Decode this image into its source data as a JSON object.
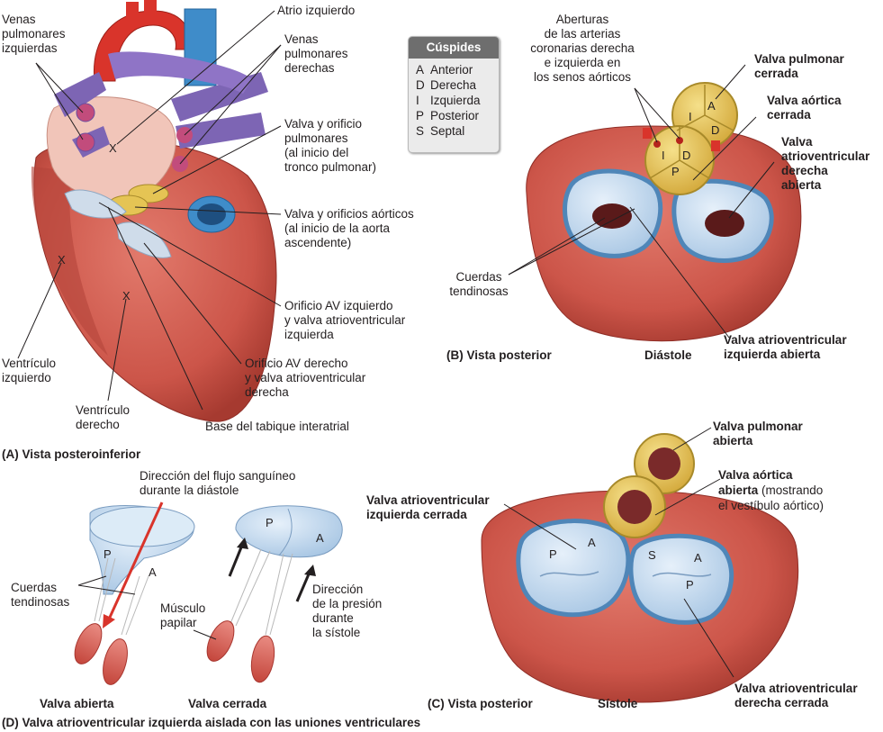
{
  "legend": {
    "title": "Cúspides",
    "items": [
      {
        "key": "A",
        "label": "Anterior"
      },
      {
        "key": "D",
        "label": "Derecha"
      },
      {
        "key": "I",
        "label": "Izquierda"
      },
      {
        "key": "P",
        "label": "Posterior"
      },
      {
        "key": "S",
        "label": "Septal"
      }
    ]
  },
  "panel_a": {
    "caption": "(A) Vista posteroinferior",
    "labels": {
      "venas_izq": "Venas\npulmonares\nizquierdas",
      "atrio_izq": "Atrio izquierdo",
      "venas_der": "Venas\npulmonares\nderechas",
      "valva_pulm": "Valva y orificio\npulmonares\n(al inicio del\ntronco pulmonar)",
      "valva_aort": "Valva y orificios aórticos\n(al inicio de la aorta\nascendente)",
      "orif_av_izq": "Orificio AV izquierdo\ny valva atrioventricular\nizquierda",
      "orif_av_der": "Orificio AV derecho\ny valva atrioventricular\nderecha",
      "vent_izq": "Ventrículo\nizquierdo",
      "vent_der": "Ventrículo\nderecho",
      "tabique": "Base del tabique interatrial"
    },
    "marks": [
      "X",
      "X",
      "X"
    ]
  },
  "panel_b": {
    "caption": "(B) Vista posterior",
    "phase": "Diástole",
    "labels": {
      "aberturas": "Aberturas\nde las arterias\ncoronarias derecha\ne izquierda en\nlos senos aórticos",
      "pulm_cerrada": "Valva pulmonar\ncerrada",
      "aort_cerrada": "Valva aórtica\ncerrada",
      "av_der_abierta": "Valva\natrioventricular\nderecha\nabierta",
      "cuerdas": "Cuerdas\ntendinosas",
      "av_izq_abierta": "Valva atrioventricular\nizquierda abierta"
    },
    "cusp_letters": {
      "pulm": [
        "I",
        "A",
        "D"
      ],
      "aort": [
        "I",
        "D",
        "P"
      ]
    }
  },
  "panel_c": {
    "caption": "(C) Vista posterior",
    "phase": "Sístole",
    "labels": {
      "pulm_abierta": "Valva pulmonar\nabierta",
      "aort_abierta_bold": "Valva aórtica\nabierta",
      "aort_abierta_rest": " (mostrando\nel vestíbulo aórtico)",
      "av_izq_cerrada": "Valva atrioventricular\nizquierda cerrada",
      "av_der_cerrada": "Valva atrioventricular\nderecha cerrada"
    },
    "cusp_letters": {
      "left": [
        "P",
        "A"
      ],
      "right": [
        "S",
        "A",
        "P"
      ]
    }
  },
  "panel_d": {
    "caption": "(D) Valva atrioventricular izquierda aislada con las uniones ventriculares",
    "labels": {
      "flujo": "Dirección del flujo sanguíneo\ndurante la diástole",
      "cuerdas": "Cuerdas\ntendinosas",
      "musculo": "Músculo\npapilar",
      "presion": "Dirección\nde la presión\ndurante\nla sístole",
      "abierta": "Valva abierta",
      "cerrada": "Valva cerrada"
    },
    "cusp_letters": {
      "open": [
        "P",
        "A"
      ],
      "closed": [
        "P",
        "A"
      ]
    }
  },
  "colors": {
    "muscle": "#cf5a4e",
    "muscle_dark": "#a8362f",
    "valve_blue": "#bcd5ec",
    "aorta_red": "#d9342b",
    "vein_purple": "#7d65b4",
    "sva_blue": "#3f8cc9",
    "valve_gold": "#e5c454",
    "legend_header": "#6e6e6e"
  }
}
